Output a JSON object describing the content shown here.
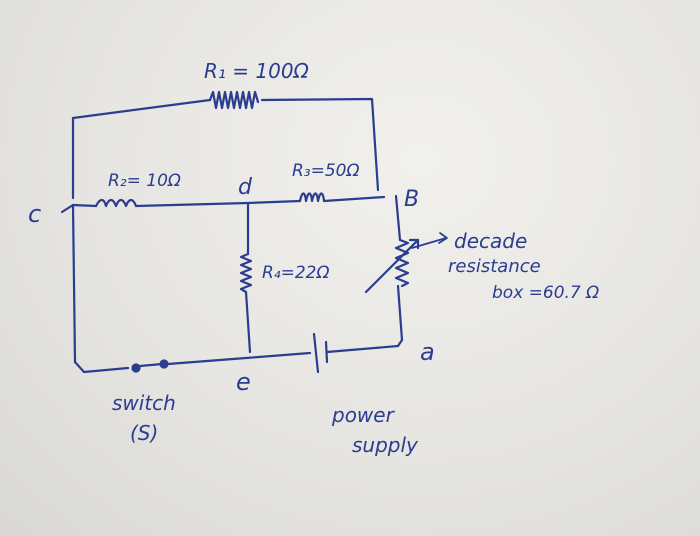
{
  "diagram": {
    "resistors": {
      "r1": "R₁ = 100Ω",
      "r2": "R₂= 10Ω",
      "r3": "R₃=50Ω",
      "r4": "R₄=22Ω"
    },
    "nodes": {
      "c": "c",
      "d": "d",
      "b": "B",
      "a": "a",
      "e": "e"
    },
    "decade": {
      "line1": "decade",
      "line2": "resistance",
      "line3": "box =60.7 Ω"
    },
    "switch": {
      "line1": "switch",
      "line2": "(S)"
    },
    "supply": {
      "line1": "power",
      "line2": "supply"
    },
    "colors": {
      "ink": "#2a3d8f",
      "paper": "#efeeea"
    }
  }
}
